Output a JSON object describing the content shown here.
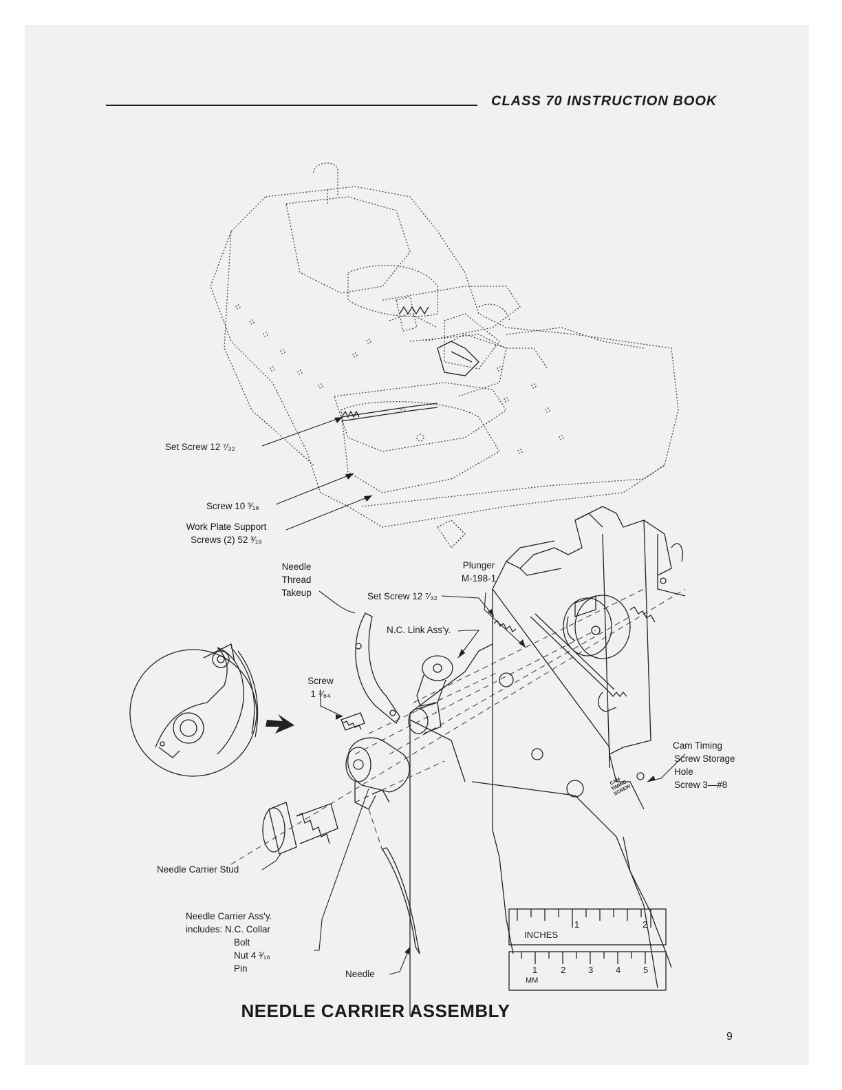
{
  "header": {
    "book_title": "CLASS 70 INSTRUCTION BOOK"
  },
  "labels": {
    "set_screw_top": "Set Screw 12 ⁷⁄₃₂",
    "screw_10": "Screw  10 ³⁄₁₆",
    "work_plate_line1": "Work Plate Support",
    "work_plate_line2": "Screws (2) 52 ³⁄₁₆",
    "needle_takeup_line1": "Needle",
    "needle_takeup_line2": "Thread",
    "needle_takeup_line3": "Takeup",
    "plunger_line1": "Plunger",
    "plunger_line2": "M-198-1",
    "set_screw_mid": "Set Screw 12 ⁷⁄₃₂",
    "nc_link": "N.C. Link Ass'y.",
    "screw_1_line1": "Screw",
    "screw_1_line2": "1 ⁷⁄₆₄",
    "cam_timing_line1": "Cam Timing",
    "cam_timing_line2": "Screw Storage",
    "cam_timing_line3": "Hole",
    "cam_timing_line4": "Screw 3—#8",
    "needle_carrier_stud": "Needle Carrier Stud",
    "carrier_line1": "Needle Carrier Ass'y.",
    "carrier_line2": "includes: N.C. Collar",
    "carrier_line3": "Bolt",
    "carrier_line4": "Nut 4 ³⁄₁₆",
    "carrier_line5": "Pin",
    "needle": "Needle"
  },
  "ruler": {
    "inches_label": "INCHES",
    "inch_numbers": [
      "1",
      "2"
    ],
    "mm_label": "MM",
    "cm_numbers": [
      "1",
      "2",
      "3",
      "4",
      "5"
    ]
  },
  "figure_title": "NEEDLE CARRIER ASSEMBLY",
  "page_number": "9"
}
